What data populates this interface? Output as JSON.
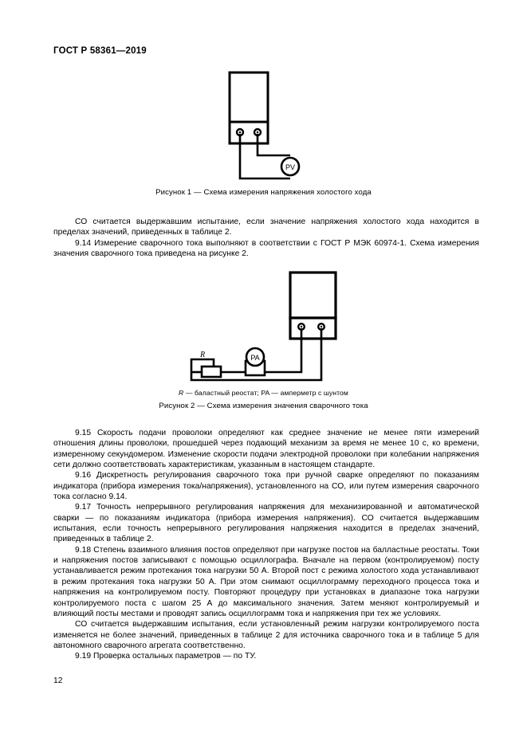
{
  "header": {
    "standard_title": "ГОСТ Р 58361—2019"
  },
  "page_number": "12",
  "figures": [
    {
      "id": "figure-1",
      "caption": "Рисунок 1 — Схема измерения напряжения холостого хода",
      "legend": "",
      "labels": {
        "voltmeter": "PV"
      }
    },
    {
      "id": "figure-2",
      "caption": "Рисунок 2 — Схема измерения значения сварочного тока",
      "legend_italic_1": "R",
      "legend_rest_1": " — баластный реостат; ",
      "legend_plain_2": "PA",
      "legend_rest_2": " —  амперметр с шунтом",
      "labels": {
        "rheostat": "R",
        "ammeter": "PA"
      }
    }
  ],
  "text_blocks": {
    "block_1": [
      "СО считается выдержавшим испытание, если значение напряжения холостого хода находится в пределах значений, приведенных в таблице 2.",
      "9.14 Измерение сварочного тока выполняют в соответствии с ГОСТ Р МЭК 60974-1. Схема измерения значения сварочного тока приведена на рисунке 2."
    ],
    "block_2": [
      "9.15 Скорость подачи проволоки определяют как среднее значение не менее пяти измерений отношения длины проволоки, прошедшей через подающий механизм за время не менее 10 с, ко времени, измеренному секундомером. Изменение скорости подачи электродной проволоки при колебании напряжения сети должно соответствовать характеристикам, указанным в настоящем стандарте.",
      "9.16 Дискретность регулирования сварочного тока при ручной сварке определяют по показаниям индикатора (прибора измерения тока/напряжения), установленного на СО, или путем измерения сварочного тока согласно 9.14.",
      "9.17 Точность непрерывного регулирования напряжения для механизированной и автоматической сварки — по показаниям индикатора (прибора измерения напряжения). СО считается выдержавшим испытания, если точность непрерывного регулирования напряжения находится в пределах значений, приведенных в таблице 2.",
      "9.18 Степень взаимного влияния постов определяют при нагрузке постов на балластные реостаты. Токи и напряжения постов записывают с помощью осциллографа. Вначале на первом (контролируемом) посту устанавливается режим протекания тока нагрузки 50 А. Второй пост с режима холостого хода устанавливают в режим протекания тока нагрузки 50 А. При этом снимают осциллограмму переходного процесса тока и напряжения на контролируемом посту. Повторяют процедуру при установках в диапазоне тока нагрузки контролируемого поста с шагом 25 А до максимального значения. Затем меняют контролируемый и влияющий посты местами и проводят запись осциллограмм тока и напряжения при тех же условиях.",
      "СО считается выдержавшим испытания, если установленный режим нагрузки контролируемого поста изменяется не более значений, приведенных в таблице 2 для источника сварочного тока и в таблице 5 для автономного сварочного агрегата соответственно.",
      "9.19 Проверка остальных параметров — по ТУ."
    ]
  },
  "colors": {
    "ink": "#000000",
    "paper": "#ffffff"
  }
}
